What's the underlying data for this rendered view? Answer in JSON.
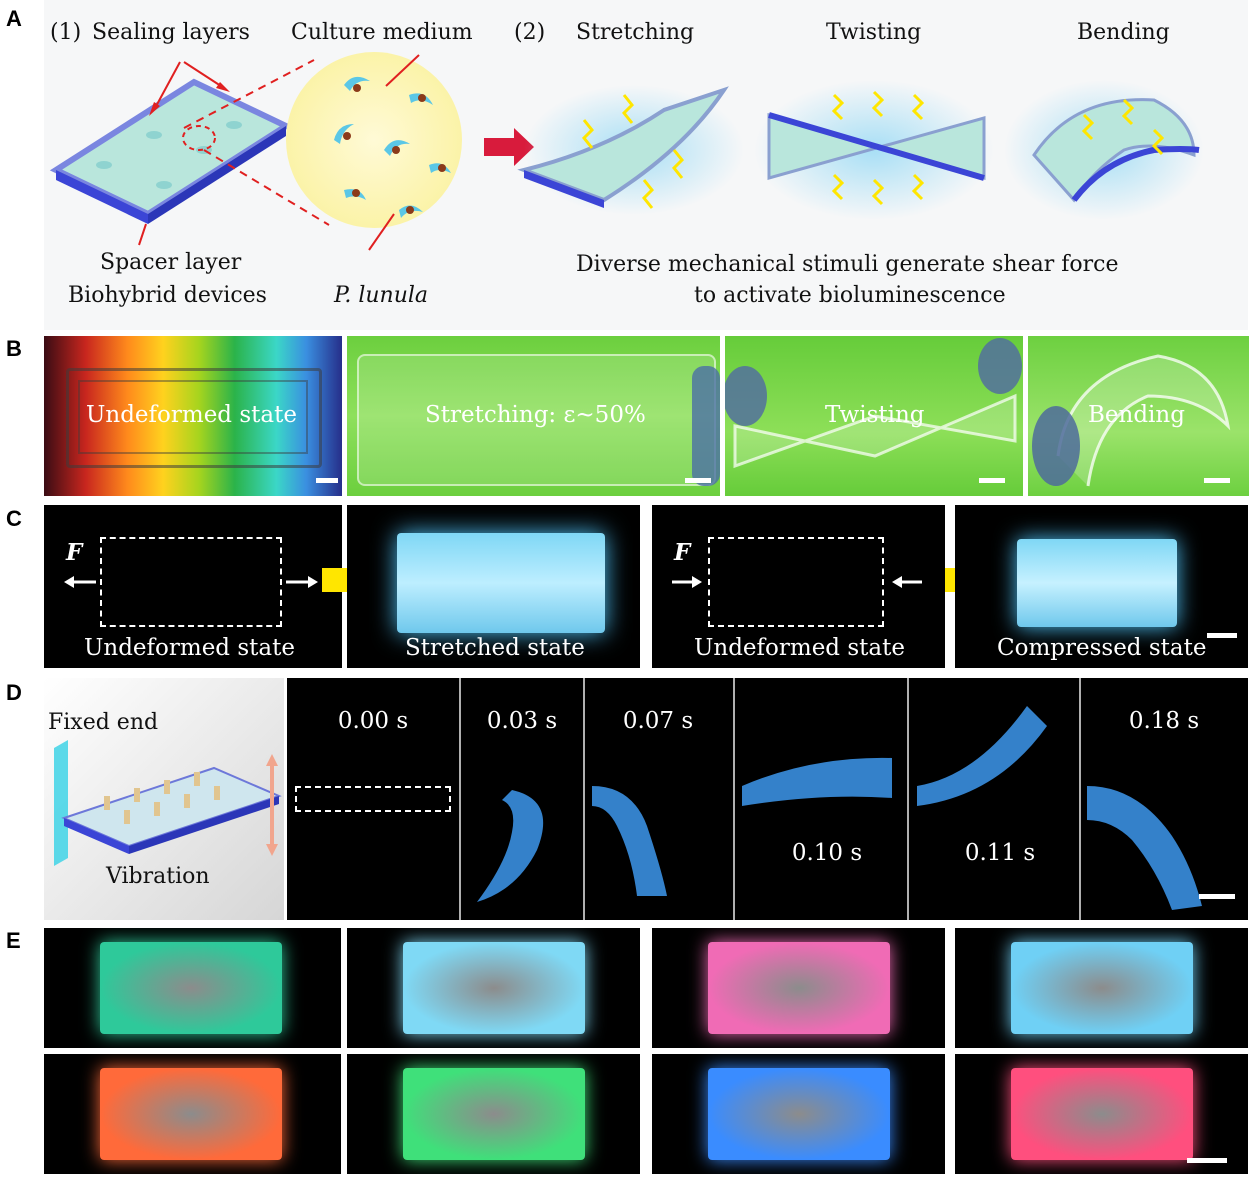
{
  "panels": {
    "a": "A",
    "b": "B",
    "c": "C",
    "d": "D",
    "e": "E"
  },
  "panelA": {
    "step1": "(1)",
    "step2": "(2)",
    "sealing_layers": "Sealing layers",
    "culture_medium": "Culture medium",
    "spacer_layer": "Spacer layer",
    "biohybrid_devices": "Biohybrid devices",
    "p_lunula": "P. lunula",
    "stretching": "Stretching",
    "twisting": "Twisting",
    "bending": "Bending",
    "caption_line1": "Diverse mechanical stimuli generate shear force",
    "caption_line2": "to activate bioluminescence"
  },
  "panelB": {
    "undeformed": "Undeformed state",
    "stretching": "Stretching: ε~50%",
    "twisting": "Twisting",
    "bending": "Bending"
  },
  "panelC": {
    "force": "F",
    "undeformed": "Undeformed state",
    "stretched": "Stretched state",
    "compressed": "Compressed state"
  },
  "panelD": {
    "fixed_end": "Fixed end",
    "vibration": "Vibration",
    "times": [
      "0.00 s",
      "0.03 s",
      "0.07 s",
      "0.10 s",
      "0.11 s",
      "0.18 s"
    ]
  },
  "colors": {
    "glow_blue": "#4fc3f7",
    "arrow_red": "#d81b3c",
    "arrow_yellow": "#ffe600",
    "green_bg": "#7fd651",
    "e_colors": [
      "#2ec99a",
      "#7fd9f5",
      "#f06bb5",
      "#6fd0f5",
      "#ff6a3a",
      "#3fe07a",
      "#3a8cff",
      "#ff4f7e"
    ]
  }
}
